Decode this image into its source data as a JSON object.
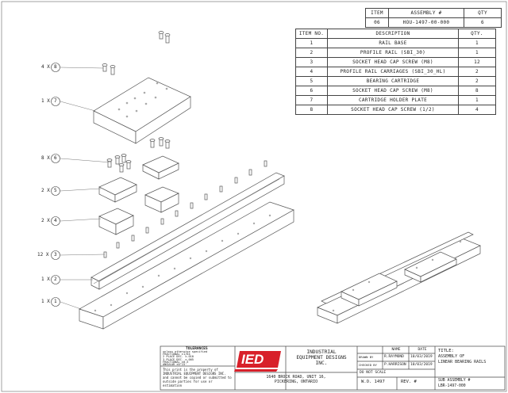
{
  "assembly_header": {
    "col_item": "ITEM",
    "col_assembly": "ASSEMBLY #",
    "col_qty": "QTY",
    "item": "06",
    "assembly": "HOU-1497-00-000",
    "qty": "6"
  },
  "bom": {
    "headers": [
      "ITEM NO.",
      "DESCRIPTION",
      "QTY."
    ],
    "rows": [
      {
        "no": "1",
        "desc": "RAIL BASE",
        "qty": "1"
      },
      {
        "no": "2",
        "desc": "PROFILE RAIL (SBI_30)",
        "qty": "1"
      },
      {
        "no": "3",
        "desc": "SOCKET HEAD CAP SCREW (M8)",
        "qty": "12"
      },
      {
        "no": "4",
        "desc": "PROFILE RAIL CARRIAGES (SBI_30_HL)",
        "qty": "2"
      },
      {
        "no": "5",
        "desc": "BEARING CARTRIDGE",
        "qty": "2"
      },
      {
        "no": "6",
        "desc": "SOCKET HEAD CAP SCREW (M8)",
        "qty": "8"
      },
      {
        "no": "7",
        "desc": "CARTRIDGE HOLDER PLATE",
        "qty": "1"
      },
      {
        "no": "8",
        "desc": "SOCKET HEAD CAP SCREW (1/2)",
        "qty": "4"
      }
    ]
  },
  "balloons": [
    {
      "qty": "4 X",
      "item": "8"
    },
    {
      "qty": "1 X",
      "item": "7"
    },
    {
      "qty": "8 X",
      "item": "6"
    },
    {
      "qty": "2 X",
      "item": "5"
    },
    {
      "qty": "2 X",
      "item": "4"
    },
    {
      "qty": "12 X",
      "item": "3"
    },
    {
      "qty": "1 X",
      "item": "2"
    },
    {
      "qty": "1 X",
      "item": "1"
    }
  ],
  "title_block": {
    "tolerance_title": "TOLERANCES",
    "tolerance_lines": [
      "unless otherwise specified",
      "FRACTIONAL ±1/64",
      "2 PLACE DEC. ±.010",
      "3 PLACE DEC. ±.005",
      "FRACTIONAL ±0.5",
      "ANGULAR ±0°15'"
    ],
    "proprietary": "This print is the property of INDUSTRIAL EQUIPMENT DESIGNS INC. and cannot be copied or submitted to outside parties for use or estimation",
    "logo_text": "IED",
    "company_lines": [
      "INDUSTRIAL",
      "EQUIPMENT DESIGNS",
      "INC."
    ],
    "address_lines": [
      "1640 BROCK ROAD, UNIT 16,",
      "PICKERING, ONTARIO"
    ],
    "col_name": "NAME",
    "col_date": "DATE",
    "drawn_label": "DRAWN BY",
    "drawn_name": "R.RAYMOND",
    "drawn_date": "10/03/2019",
    "checked_label": "CHECKED BY",
    "checked_name": "P.HARRISON",
    "checked_date": "10/03/2019",
    "scale": "DO NOT SCALE",
    "wo": "W.O. 1497",
    "rev": "REV. #",
    "title_label": "TITLE:",
    "title_lines": [
      "ASSEMBLY OF",
      "LINEAR BEARING RAILS"
    ],
    "sub_assembly_label": "SUB ASSEMBLY #",
    "sub_assembly_value": "LBR-1497-000"
  },
  "colors": {
    "logo_red": "#d8202a",
    "line": "#444444"
  }
}
